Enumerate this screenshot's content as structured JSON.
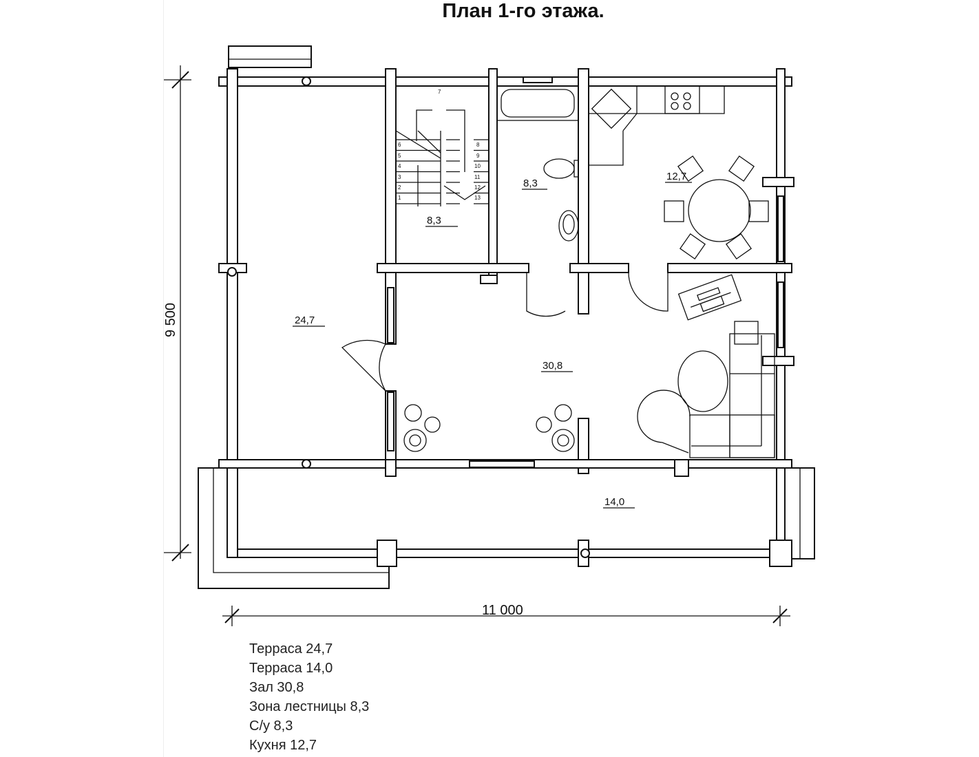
{
  "title": "План 1-го этажа.",
  "dimensions": {
    "height": "9 500",
    "width": "11 000"
  },
  "rooms": {
    "terrace_left": "24,7",
    "stairs": "8,3",
    "bathroom": "8,3",
    "kitchen": "12,7",
    "hall": "30,8",
    "terrace_bottom": "14,0"
  },
  "stair_steps": [
    "1",
    "2",
    "3",
    "4",
    "5",
    "6",
    "7",
    "8",
    "9",
    "10",
    "11",
    "12",
    "13"
  ],
  "legend": [
    "Терраса 24,7",
    "Терраса 14,0",
    "Зал 30,8",
    "Зона лестницы 8,3",
    "С/у 8,3",
    "Кухня 12,7"
  ]
}
